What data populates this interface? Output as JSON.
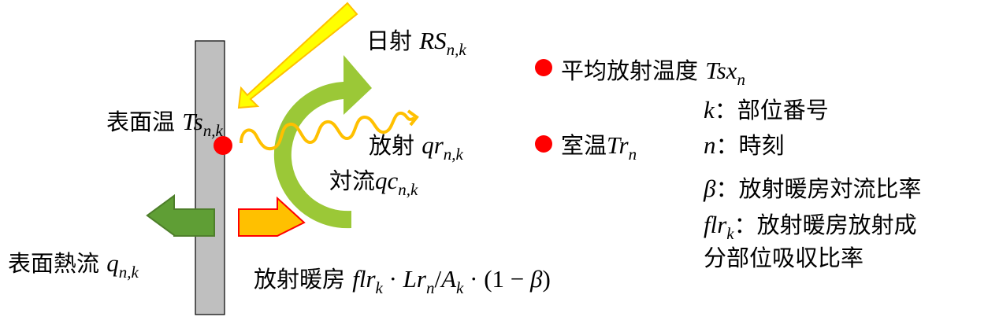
{
  "labels": {
    "solar": {
      "text": "日射 ",
      "math": "RS",
      "sub": "n,k"
    },
    "mrt": {
      "text": "平均放射温度 ",
      "math": "Tsx",
      "sub": "n"
    },
    "surface_temp": {
      "text": "表面温 ",
      "math": "Ts",
      "sub": "n,k"
    },
    "radiation": {
      "text": "放射 ",
      "math": "qr",
      "sub": "n,k"
    },
    "room_temp": {
      "text": "室温",
      "math": "Tr",
      "sub": "n"
    },
    "convection": {
      "text": "対流",
      "math": "qc",
      "sub": "n,k"
    },
    "surface_flux": {
      "text": "表面熱流 ",
      "math": "q",
      "sub": "n,k"
    },
    "radiant_heating": {
      "text": "放射暖房 ",
      "m1": "flr",
      "s1": "k",
      "dot1": " · ",
      "m2": "Lr",
      "s2": "n",
      "slash": "/",
      "m3": "A",
      "s3": "k",
      "dot2": " · ",
      "paren": "(1 − ",
      "beta": "β",
      "close": ")"
    }
  },
  "legend": [
    {
      "math": "k",
      "sub": "",
      "text": "：部位番号"
    },
    {
      "math": "n",
      "sub": "",
      "text": "：時刻"
    },
    {
      "math": "β",
      "sub": "",
      "text": "：放射暖房対流比率"
    },
    {
      "math": "flr",
      "sub": "k",
      "text": "：放射暖房放射成"
    },
    {
      "math": "",
      "sub": "",
      "text": "分部位吸収比率"
    }
  ],
  "colors": {
    "wall": "#bfbfbf",
    "solar_arrow": "#ffff00",
    "solar_outline": "#ffc000",
    "convection_arrow": "#9bc837",
    "radiation_wave": "#ffc000",
    "flux_arrow": "#5f9e35",
    "heating_arrow": "#ffc000",
    "heating_outline": "#ff0000",
    "dot": "#ff0000"
  }
}
